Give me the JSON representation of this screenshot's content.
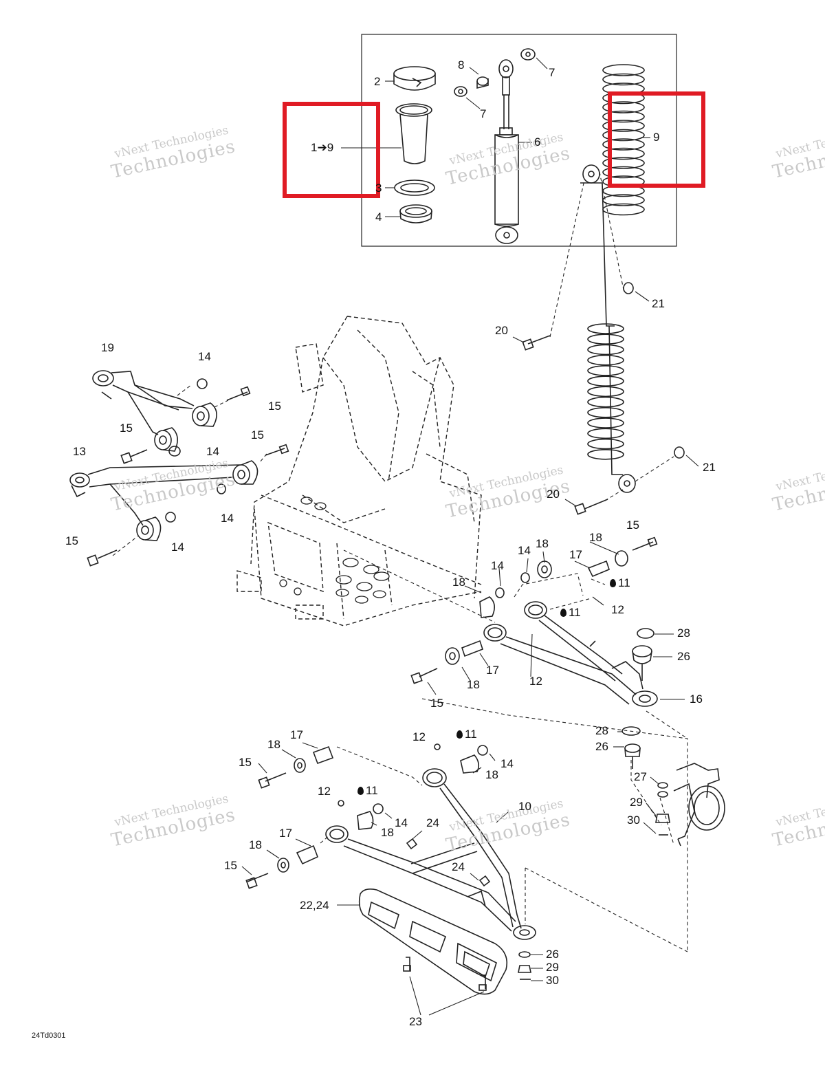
{
  "diagram": {
    "drawing_code": "24Td0301",
    "watermark": {
      "line1": "vNext",
      "line2": "Technologies",
      "full": "vNext Technologies"
    },
    "colors": {
      "line": "#222222",
      "highlight": "#e01b24",
      "watermark": "#c9c9c9"
    },
    "callouts": [
      {
        "id": "c-2",
        "text": "2"
      },
      {
        "id": "c-1to9",
        "text": "1➔9"
      },
      {
        "id": "c-3",
        "text": "3"
      },
      {
        "id": "c-4",
        "text": "4"
      },
      {
        "id": "c-8",
        "text": "8"
      },
      {
        "id": "c-7a",
        "text": "7"
      },
      {
        "id": "c-7b",
        "text": "7"
      },
      {
        "id": "c-6",
        "text": "6"
      },
      {
        "id": "c-9",
        "text": "9"
      },
      {
        "id": "c-21a",
        "text": "21"
      },
      {
        "id": "c-20a",
        "text": "20"
      },
      {
        "id": "c-19",
        "text": "19"
      },
      {
        "id": "c-14a",
        "text": "14"
      },
      {
        "id": "c-15a",
        "text": "15"
      },
      {
        "id": "c-15b",
        "text": "15"
      },
      {
        "id": "c-14b",
        "text": "14"
      },
      {
        "id": "c-15c",
        "text": "15"
      },
      {
        "id": "c-13",
        "text": "13"
      },
      {
        "id": "c-14c",
        "text": "14"
      },
      {
        "id": "c-21b",
        "text": "21"
      },
      {
        "id": "c-20b",
        "text": "20"
      },
      {
        "id": "c-15d",
        "text": "15"
      },
      {
        "id": "c-14d",
        "text": "14"
      },
      {
        "id": "c-15e",
        "text": "15"
      },
      {
        "id": "c-18a",
        "text": "18"
      },
      {
        "id": "c-17a",
        "text": "17"
      },
      {
        "id": "c-14e",
        "text": "14"
      },
      {
        "id": "c-18b",
        "text": "18"
      },
      {
        "id": "c-14f",
        "text": "14"
      },
      {
        "id": "c-18c",
        "text": "18"
      },
      {
        "id": "c-11a",
        "text": "11"
      },
      {
        "id": "c-12a",
        "text": "12"
      },
      {
        "id": "c-11b",
        "text": "11"
      },
      {
        "id": "c-28a",
        "text": "28"
      },
      {
        "id": "c-26a",
        "text": "26"
      },
      {
        "id": "c-17b",
        "text": "17"
      },
      {
        "id": "c-12b",
        "text": "12"
      },
      {
        "id": "c-18d",
        "text": "18"
      },
      {
        "id": "c-15f",
        "text": "15"
      },
      {
        "id": "c-16",
        "text": "16"
      },
      {
        "id": "c-28b",
        "text": "28"
      },
      {
        "id": "c-26b",
        "text": "26"
      },
      {
        "id": "c-17c",
        "text": "17"
      },
      {
        "id": "c-18e",
        "text": "18"
      },
      {
        "id": "c-12c",
        "text": "12"
      },
      {
        "id": "c-11c",
        "text": "11"
      },
      {
        "id": "c-15g",
        "text": "15"
      },
      {
        "id": "c-14g",
        "text": "14"
      },
      {
        "id": "c-18f",
        "text": "18"
      },
      {
        "id": "c-27",
        "text": "27"
      },
      {
        "id": "c-29a",
        "text": "29"
      },
      {
        "id": "c-30a",
        "text": "30"
      },
      {
        "id": "c-10",
        "text": "10"
      },
      {
        "id": "c-12d",
        "text": "12"
      },
      {
        "id": "c-11d",
        "text": "11"
      },
      {
        "id": "c-14h",
        "text": "14"
      },
      {
        "id": "c-18g",
        "text": "18"
      },
      {
        "id": "c-24a",
        "text": "24"
      },
      {
        "id": "c-17d",
        "text": "17"
      },
      {
        "id": "c-18h",
        "text": "18"
      },
      {
        "id": "c-15h",
        "text": "15"
      },
      {
        "id": "c-24b",
        "text": "24"
      },
      {
        "id": "c-22-24",
        "text": "22,24"
      },
      {
        "id": "c-26c",
        "text": "26"
      },
      {
        "id": "c-29b",
        "text": "29"
      },
      {
        "id": "c-30b",
        "text": "30"
      },
      {
        "id": "c-23",
        "text": "23"
      }
    ]
  }
}
